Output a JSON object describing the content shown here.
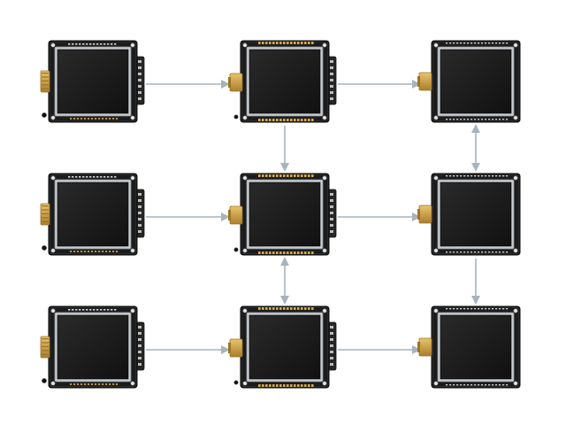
{
  "diagram": {
    "modules": [
      {
        "id": "m1",
        "row": 0,
        "col": 0,
        "variant": "connector-left"
      },
      {
        "id": "m2",
        "row": 0,
        "col": 1,
        "variant": "gold-top"
      },
      {
        "id": "m3",
        "row": 0,
        "col": 2,
        "variant": "plain"
      },
      {
        "id": "m4",
        "row": 1,
        "col": 0,
        "variant": "connector-left"
      },
      {
        "id": "m5",
        "row": 1,
        "col": 1,
        "variant": "gold-top"
      },
      {
        "id": "m6",
        "row": 1,
        "col": 2,
        "variant": "plain"
      },
      {
        "id": "m7",
        "row": 2,
        "col": 0,
        "variant": "connector-left"
      },
      {
        "id": "m8",
        "row": 2,
        "col": 1,
        "variant": "gold-top"
      },
      {
        "id": "m9",
        "row": 2,
        "col": 2,
        "variant": "plain"
      }
    ],
    "connections": [
      {
        "from": "m1",
        "to": "m2",
        "type": "single"
      },
      {
        "from": "m2",
        "to": "m3",
        "type": "single"
      },
      {
        "from": "m2",
        "to": "m5",
        "type": "single"
      },
      {
        "from": "m3",
        "to": "m6",
        "type": "double"
      },
      {
        "from": "m4",
        "to": "m5",
        "type": "single"
      },
      {
        "from": "m5",
        "to": "m6",
        "type": "single"
      },
      {
        "from": "m5",
        "to": "m8",
        "type": "double"
      },
      {
        "from": "m6",
        "to": "m9",
        "type": "single"
      },
      {
        "from": "m7",
        "to": "m8",
        "type": "single"
      },
      {
        "from": "m8",
        "to": "m9",
        "type": "single"
      }
    ],
    "colors": {
      "board": "#1c1c1c",
      "board_edge": "#2a2a2a",
      "bezel": "#c9cdd1",
      "screen": "#141414",
      "screen_hi": "#2c2c2c",
      "gold": "#d4a84a",
      "gold_dark": "#9a7428",
      "pins": "#b89048",
      "arrow": "#a7b3bd",
      "hole": "#e8e8e8"
    }
  }
}
